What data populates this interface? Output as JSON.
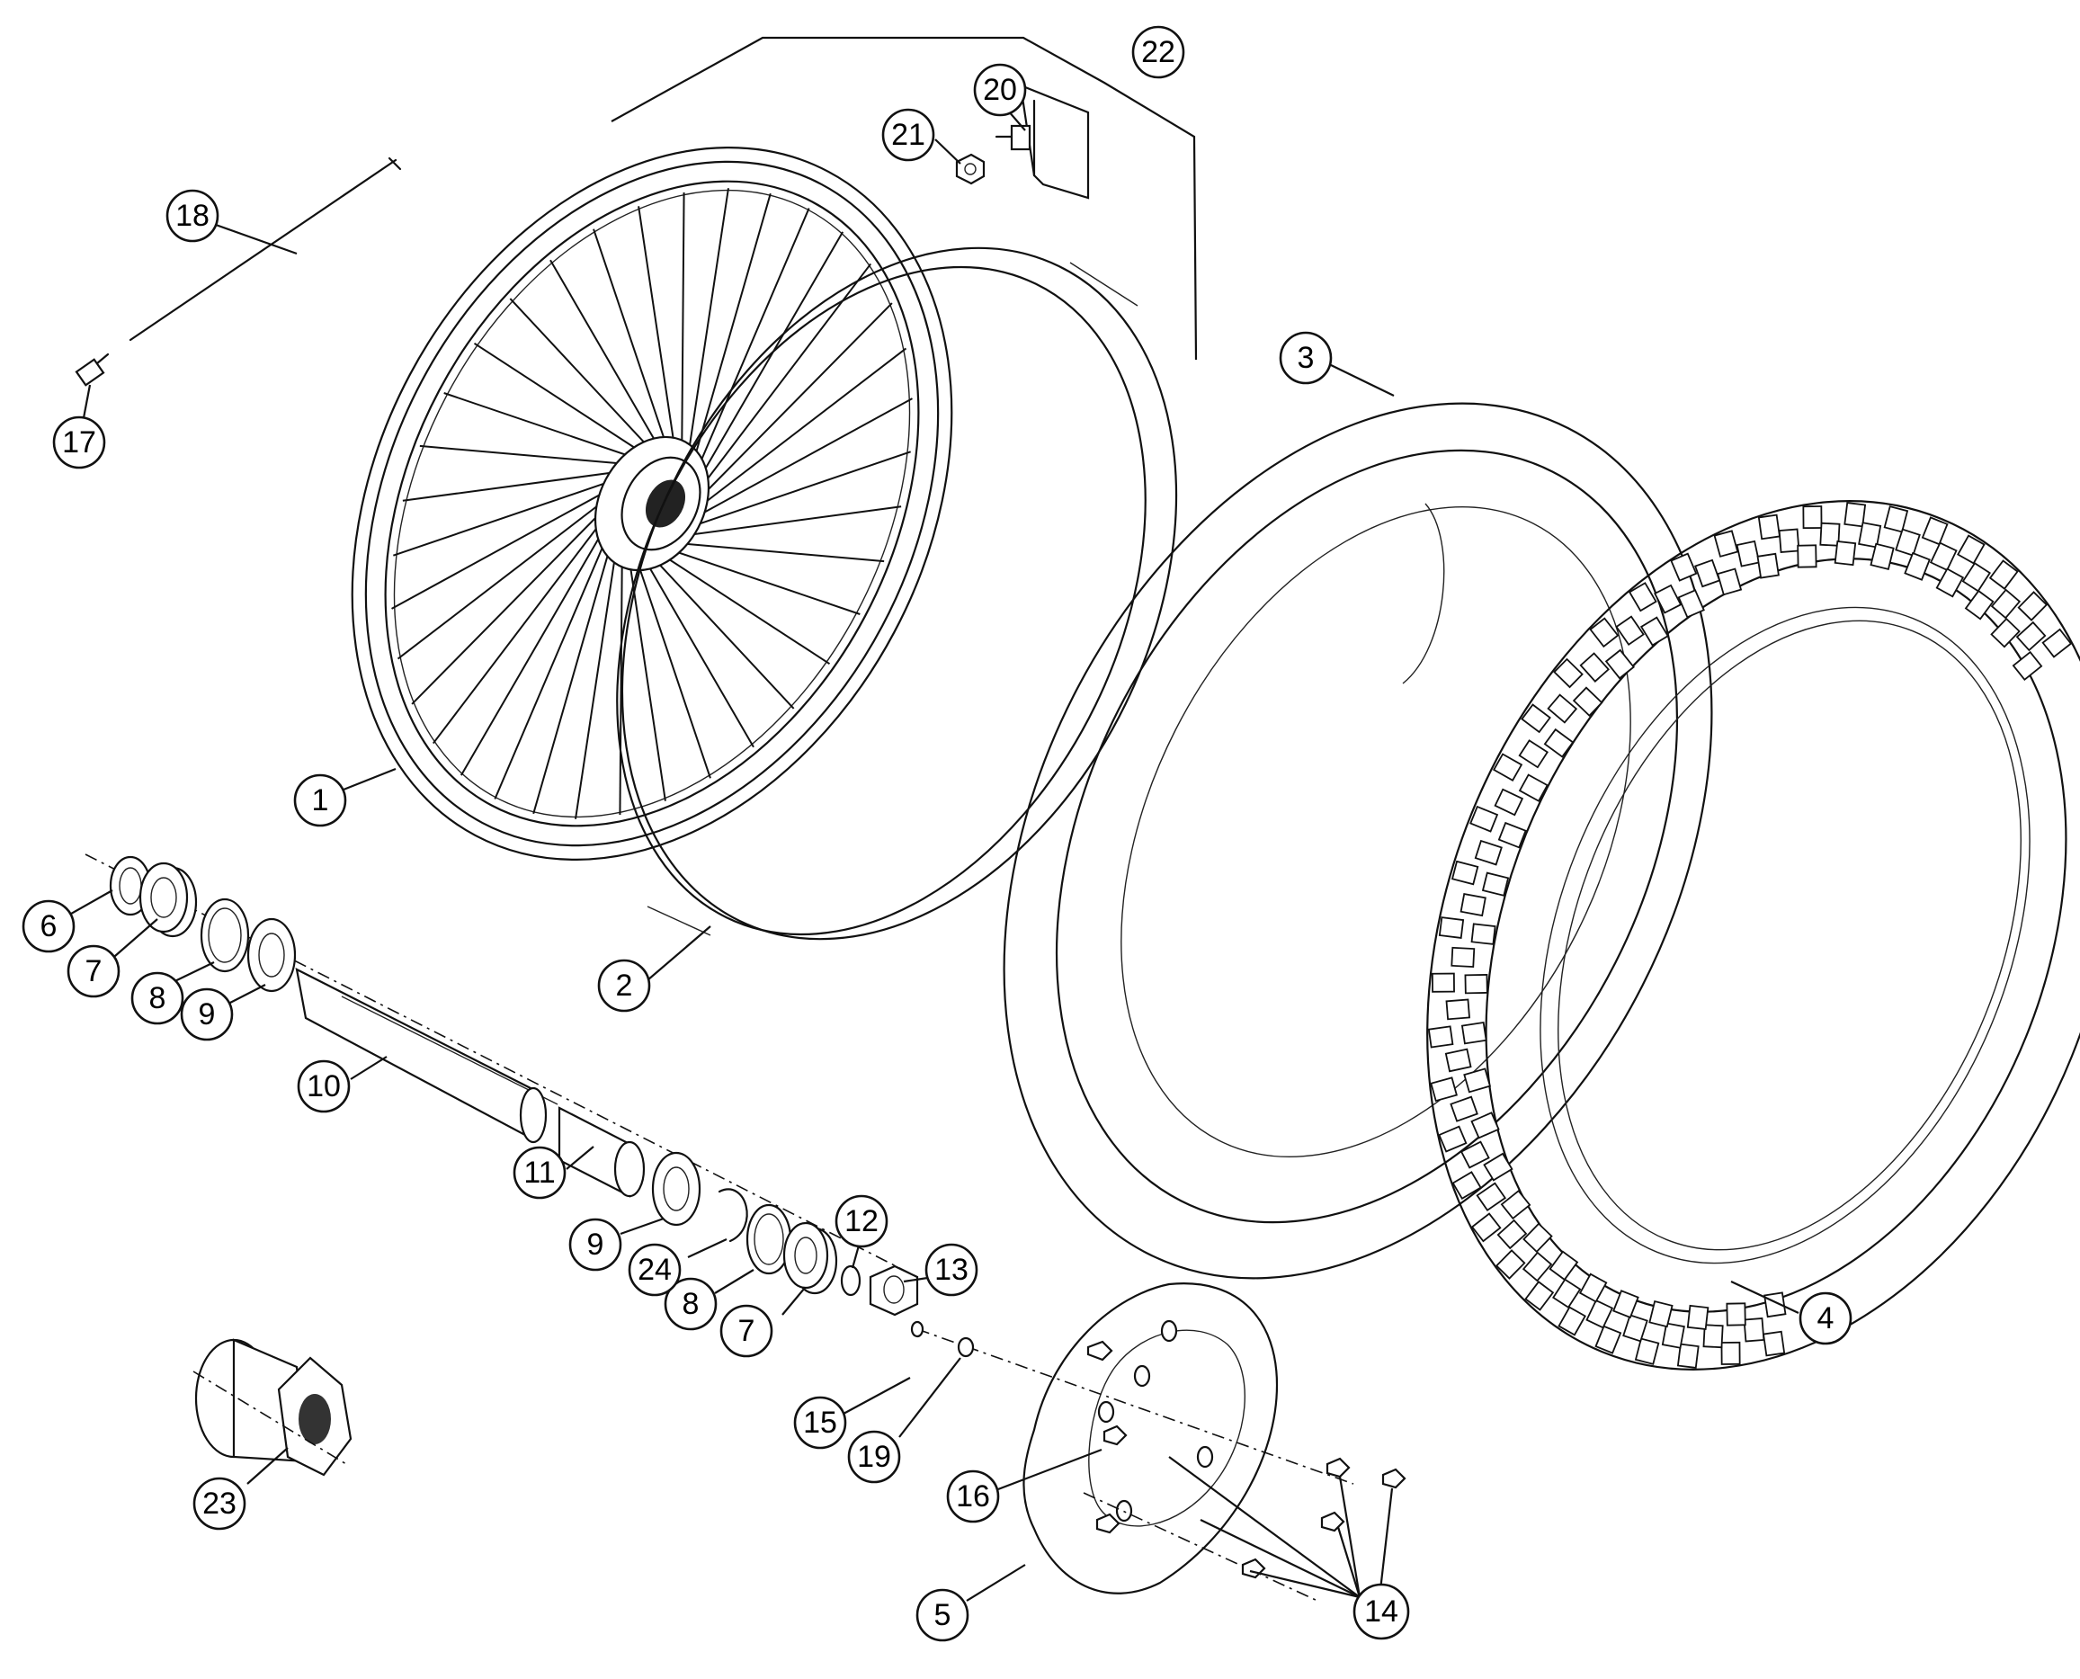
{
  "callouts": [
    {
      "id": "c1",
      "label": "1"
    },
    {
      "id": "c2",
      "label": "2"
    },
    {
      "id": "c3",
      "label": "3"
    },
    {
      "id": "c4",
      "label": "4"
    },
    {
      "id": "c5",
      "label": "5"
    },
    {
      "id": "c6",
      "label": "6"
    },
    {
      "id": "c7a",
      "label": "7"
    },
    {
      "id": "c7b",
      "label": "7"
    },
    {
      "id": "c8a",
      "label": "8"
    },
    {
      "id": "c8b",
      "label": "8"
    },
    {
      "id": "c9a",
      "label": "9"
    },
    {
      "id": "c9b",
      "label": "9"
    },
    {
      "id": "c10",
      "label": "10"
    },
    {
      "id": "c11",
      "label": "11"
    },
    {
      "id": "c12",
      "label": "12"
    },
    {
      "id": "c13",
      "label": "13"
    },
    {
      "id": "c14",
      "label": "14"
    },
    {
      "id": "c15",
      "label": "15"
    },
    {
      "id": "c16",
      "label": "16"
    },
    {
      "id": "c17",
      "label": "17"
    },
    {
      "id": "c18",
      "label": "18"
    },
    {
      "id": "c19",
      "label": "19"
    },
    {
      "id": "c20",
      "label": "20"
    },
    {
      "id": "c21",
      "label": "21"
    },
    {
      "id": "c22",
      "label": "22"
    },
    {
      "id": "c23",
      "label": "23"
    },
    {
      "id": "c24",
      "label": "24"
    }
  ]
}
